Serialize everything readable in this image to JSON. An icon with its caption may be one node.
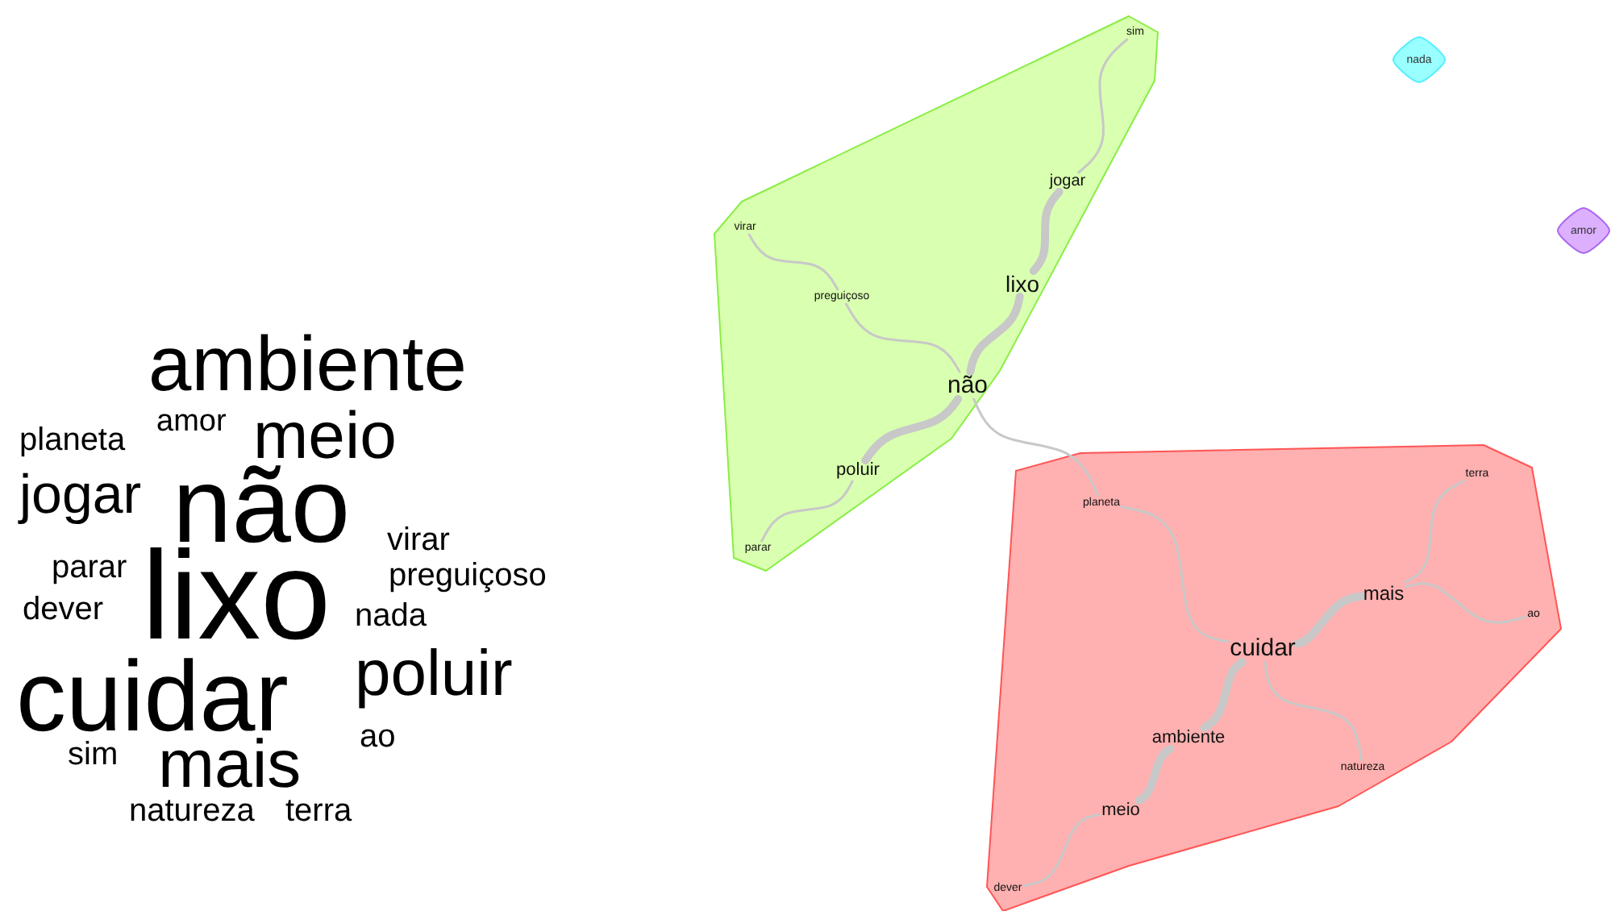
{
  "diagram": {
    "nodes": [
      {
        "text": [],
        "shape": "polygon"
      },
      {
        "text": [
          "sim"
        ],
        "in": 0
      },
      {
        "text": [
          "jogar"
        ],
        "in": 0
      },
      {
        "text": [
          "virar"
        ],
        "in": 0
      },
      {
        "text": [
          "lixo"
        ],
        "in": 0
      },
      {
        "text": [
          "preguiçoso"
        ],
        "in": 0
      },
      {
        "text": [
          "não"
        ],
        "in": 0
      },
      {
        "text": [
          "poluir"
        ],
        "in": 0
      },
      {
        "text": [
          "parar"
        ],
        "in": 0
      },
      {
        "text": [
          "nada"
        ]
      },
      {
        "text": [
          "amor"
        ]
      },
      {
        "text": [],
        "shape": "polygon"
      },
      {
        "text": [
          "planeta"
        ],
        "in": 11
      },
      {
        "text": [
          "terra"
        ],
        "in": 11
      },
      {
        "text": [
          "mais"
        ],
        "in": 11
      },
      {
        "text": [
          "ao"
        ],
        "in": 11
      },
      {
        "text": [
          "cuidar"
        ],
        "in": 11
      },
      {
        "text": [
          "ambiente"
        ],
        "in": 11
      },
      {
        "text": [
          "natureza"
        ],
        "in": 11
      },
      {
        "text": [
          "meio"
        ],
        "in": 11
      },
      {
        "text": [
          "dever"
        ],
        "in": 11
      }
    ],
    "edges": [
      {
        "from": 1,
        "to": 2,
        "arrow": "none"
      },
      {
        "from": 2,
        "to": 4,
        "arrow": "none",
        "style": "thick"
      },
      {
        "from": 4,
        "to": 6,
        "arrow": "none",
        "style": "thick"
      },
      {
        "from": 3,
        "to": 5,
        "arrow": "none"
      },
      {
        "from": 5,
        "to": 6,
        "arrow": "none"
      },
      {
        "from": 6,
        "to": 7,
        "arrow": "none",
        "style": "thick"
      },
      {
        "from": 7,
        "to": 8,
        "arrow": "none"
      },
      {
        "from": 6,
        "to": 12,
        "arrow": "none"
      },
      {
        "from": 12,
        "to": 16,
        "arrow": "none"
      },
      {
        "from": 13,
        "to": 14,
        "arrow": "none"
      },
      {
        "from": 14,
        "to": 15,
        "arrow": "none"
      },
      {
        "from": 14,
        "to": 16,
        "arrow": "none",
        "style": "thick"
      },
      {
        "from": 16,
        "to": 18,
        "arrow": "none"
      },
      {
        "from": 16,
        "to": 17,
        "arrow": "none",
        "style": "thick"
      },
      {
        "from": 17,
        "to": 19,
        "arrow": "none",
        "style": "thick"
      },
      {
        "from": 19,
        "to": 20,
        "arrow": "none"
      }
    ],
    "labels": [
      "ambiente",
      "planeta",
      "amor",
      "meio",
      "jogar",
      "não",
      "virar",
      "parar",
      "preguiçoso",
      "lixo",
      "dever",
      "nada",
      "cuidar",
      "poluir",
      "sim",
      "ao",
      "mais",
      "natureza",
      "terra"
    ]
  }
}
